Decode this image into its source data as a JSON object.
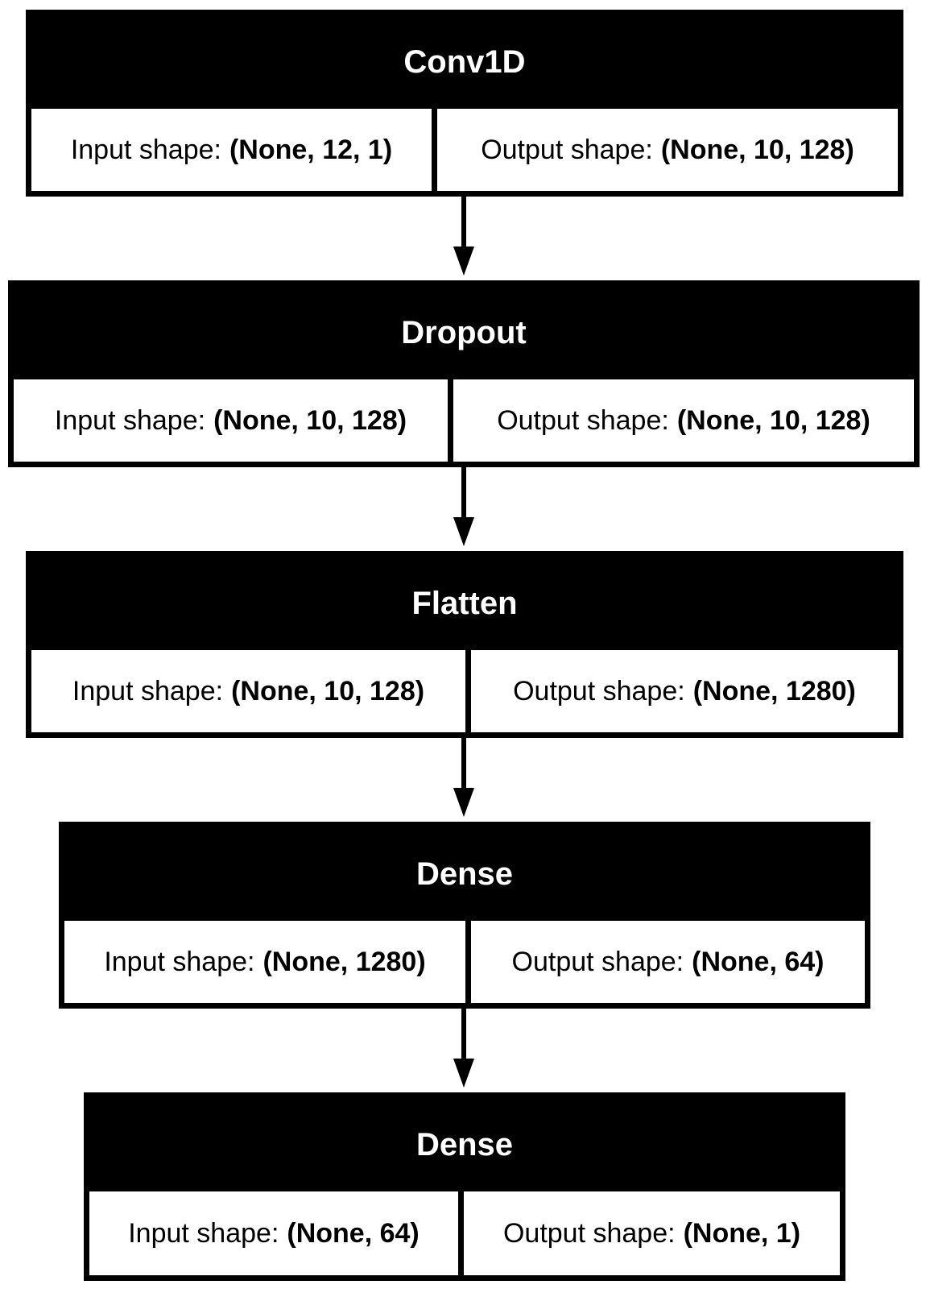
{
  "layers": [
    {
      "name": "Conv1D",
      "input_label": "Input shape:",
      "input_shape": "(None, 12, 1)",
      "output_label": "Output shape:",
      "output_shape": "(None, 10, 128)"
    },
    {
      "name": "Dropout",
      "input_label": "Input shape:",
      "input_shape": "(None, 10, 128)",
      "output_label": "Output shape:",
      "output_shape": "(None, 10, 128)"
    },
    {
      "name": "Flatten",
      "input_label": "Input shape:",
      "input_shape": "(None, 10, 128)",
      "output_label": "Output shape:",
      "output_shape": "(None, 1280)"
    },
    {
      "name": "Dense",
      "input_label": "Input shape:",
      "input_shape": "(None, 1280)",
      "output_label": "Output shape:",
      "output_shape": "(None, 64)"
    },
    {
      "name": "Dense",
      "input_label": "Input shape:",
      "input_shape": "(None, 64)",
      "output_label": "Output shape:",
      "output_shape": "(None, 1)"
    }
  ]
}
